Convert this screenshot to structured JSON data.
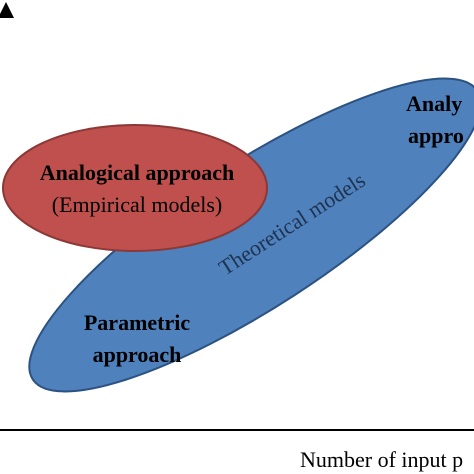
{
  "labels": {
    "analogical_title": "Analogical approach",
    "analogical_sub": "(Empirical models)",
    "theoretical": "Theoretical models",
    "parametric_line1": "Parametric",
    "parametric_line2": "approach",
    "analytical_line1": "Analy",
    "analytical_line2": "appro",
    "x_axis": "Number of input p"
  },
  "colors": {
    "analogical_fill": "#c0504d",
    "analogical_stroke": "#8c3836",
    "theoretical_fill": "#4f81bd",
    "theoretical_stroke": "#2c5282",
    "axis": "#000000",
    "text": "#000000",
    "theoretical_text": "#1f3350"
  }
}
